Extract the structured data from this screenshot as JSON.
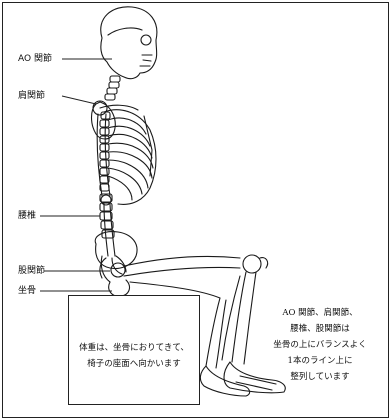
{
  "labels": {
    "ao_joint": "AO 関節",
    "shoulder_joint": "肩関節",
    "lumbar": "腰椎",
    "hip_joint": "股関節",
    "sit_bone": "坐骨"
  },
  "seat_note": {
    "line1": "体重は、坐骨におりてきて、",
    "line2": "椅子の座面へ向かいます"
  },
  "alignment_note": {
    "line1": "AO 関節、肩関節、",
    "line2": "腰椎、股関節は",
    "line3": "坐骨の上にバランスよく",
    "line4": "1本のライン上に",
    "line5": "整列しています"
  }
}
